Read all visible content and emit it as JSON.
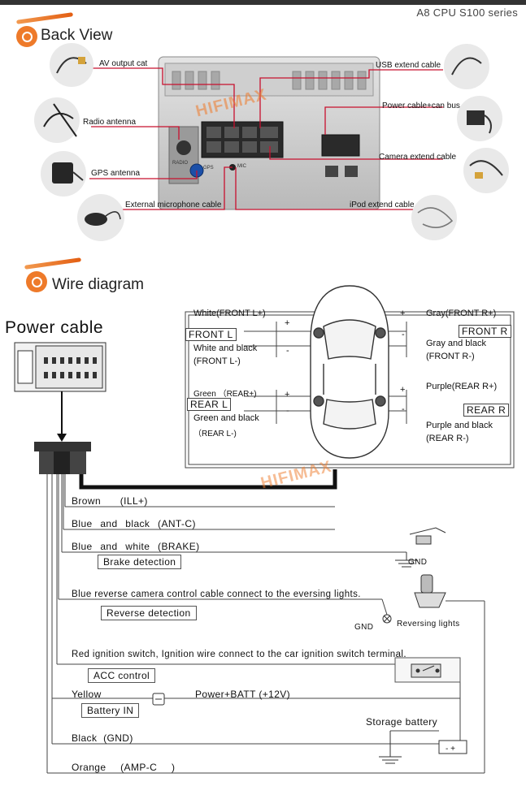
{
  "header": {
    "series": "A8 CPU S100 series"
  },
  "back_view": {
    "title": "Back View",
    "callouts": {
      "av_output": "AV output cat",
      "radio_antenna": "Radio antenna",
      "gps_antenna": "GPS antenna",
      "ext_mic": "External microphone cable",
      "usb_extend": "USB extend cable",
      "power_can": "Power cable+can bus",
      "camera_extend": "Camera extend cable",
      "ipod_extend": "iPod extend cable"
    },
    "unit_labels": {
      "radio": "RADIO",
      "gps": "GPS",
      "mic": "MIC"
    }
  },
  "watermark": "HIFIMAX",
  "wire_diagram": {
    "title": "Wire diagram",
    "power_cable_title": "Power cable",
    "speakers": {
      "front_l_plus": "White(FRONT L+)",
      "front_l_box": "FRONT L",
      "front_l_minus_1": "White and black",
      "front_l_minus_2": "(FRONT L-)",
      "rear_l_plus": "Green （REAR+)",
      "rear_l_box": "REAR L",
      "rear_l_minus_1": "Green and black",
      "rear_l_minus_2": "（REAR L-)",
      "front_r_plus": "Gray(FRONT R+)",
      "front_r_box": "FRONT R",
      "front_r_minus_1": "Gray and black",
      "front_r_minus_2": "(FRONT R-)",
      "rear_r_plus": "Purple(REAR R+)",
      "rear_r_box": "REAR R",
      "rear_r_minus_1": "Purple and black",
      "rear_r_minus_2": "(REAR R-)",
      "plus": "+",
      "minus": "-"
    },
    "wires": {
      "brown": "Brown (ILL+)",
      "blue_black": "Blue and black (ANT-C)",
      "blue_white": "Blue and white (BRAKE)",
      "brake_detection": "Brake detection",
      "gnd_1": "GND",
      "blue_reverse": "Blue reverse camera control cable connect to the eversing lights.",
      "reverse_detection": "Reverse detection",
      "gnd_2": "GND",
      "reversing_lights": "Reversing lights",
      "red_ignition": "Red ignition switch, Ignition wire connect to the car ignition switch terminal.",
      "acc_control": "ACC control",
      "yellow": "Yellow",
      "power_batt": "Power+BATT (+12V)",
      "battery_in": "Battery IN",
      "storage_battery": "Storage battery",
      "black_gnd": "Black (GND)",
      "orange": "Orange (AMP-C )"
    }
  },
  "colors": {
    "accent_orange": "#ee7a2a",
    "wire_red": "#c8102e",
    "line_dark": "#333333"
  }
}
